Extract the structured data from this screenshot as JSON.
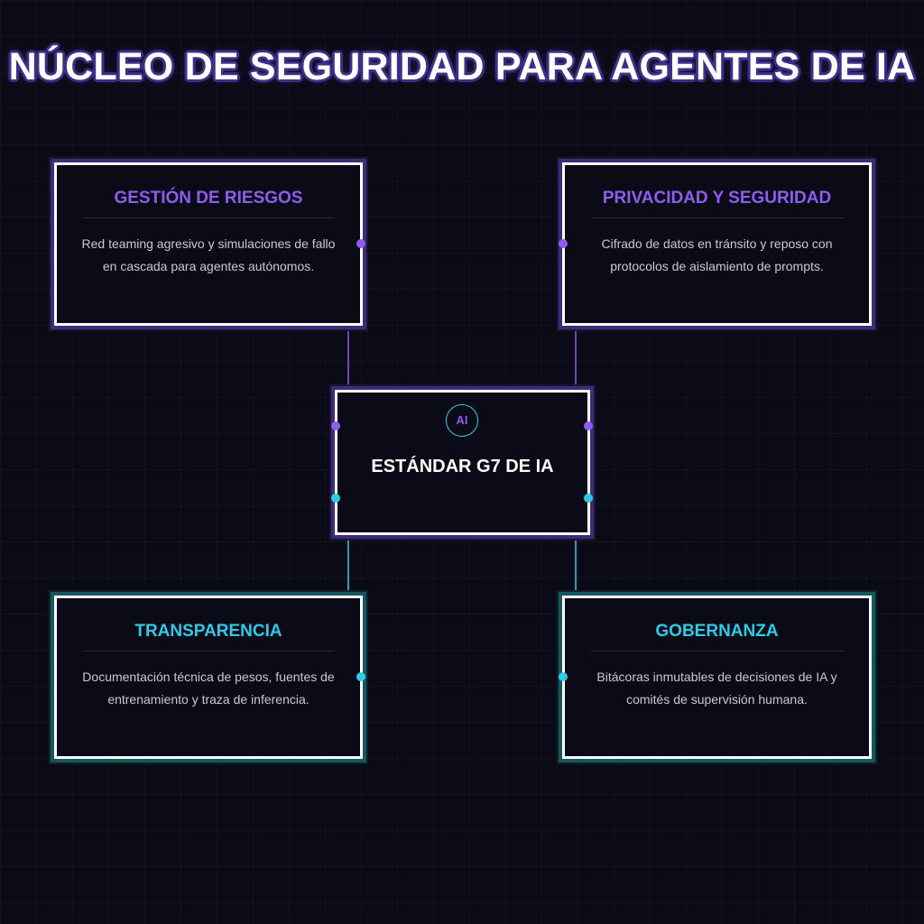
{
  "title": "NÚCLEO DE SEGURIDAD PARA AGENTES DE IA",
  "center": {
    "badge": "AI",
    "title": "ESTÁNDAR G7 DE IA"
  },
  "nodes": {
    "riesgos": {
      "title": "GESTIÓN DE RIESGOS",
      "description": "Red teaming agresivo y simulaciones de fallo en cascada para agentes autónomos."
    },
    "privacidad": {
      "title": "PRIVACIDAD Y SEGURIDAD",
      "description": "Cifrado de datos en tránsito y reposo con protocolos de aislamiento de prompts."
    },
    "transparencia": {
      "title": "TRANSPARENCIA",
      "description": "Documentación técnica de pesos, fuentes de entrenamiento y traza de inferencia."
    },
    "gobernanza": {
      "title": "GOBERNANZA",
      "description": "Bitácoras inmutables de decisiones de IA y comités de supervisión humana."
    }
  },
  "colors": {
    "background": "#0b0b18",
    "purple_accent": "#8f5cf0",
    "cyan_accent": "#2fcbe6",
    "border": "#ffffff"
  }
}
